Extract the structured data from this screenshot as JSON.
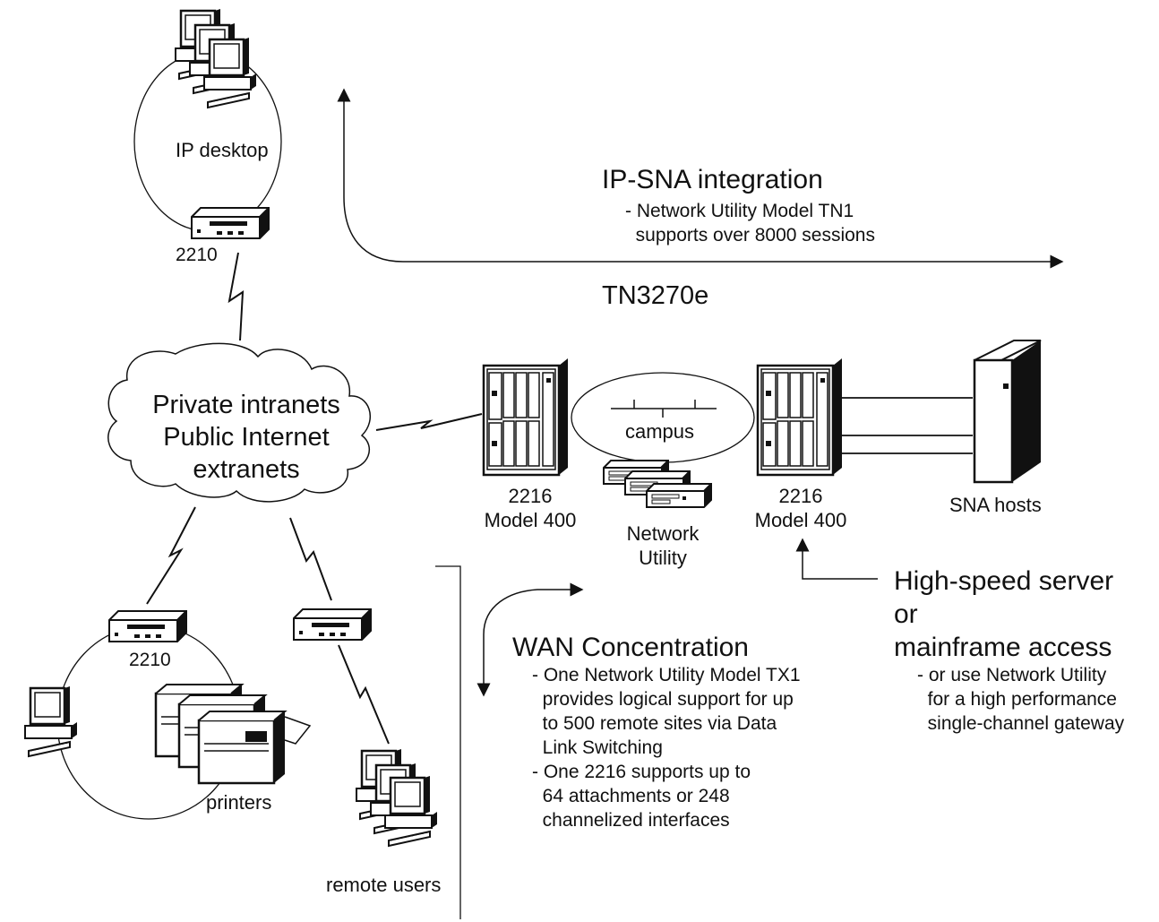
{
  "cloud": {
    "line1": "Private intranets",
    "line2": "Public Internet",
    "line3": "extranets"
  },
  "labels": {
    "ip_desktop": "IP desktop",
    "router_top": "2210",
    "router_left": "2210",
    "printers": "printers",
    "remote_users": "remote users",
    "campus": "campus",
    "tn3270e": "TN3270e",
    "sna_hosts": "SNA hosts",
    "network_utility": [
      "Network",
      "Utility"
    ],
    "model_left": [
      "2216",
      "Model 400"
    ],
    "model_right": [
      "2216",
      "Model 400"
    ]
  },
  "ip_sna": {
    "title": "IP-SNA integration",
    "bullets": [
      "- Network Utility Model TN1",
      "  supports over 8000 sessions"
    ]
  },
  "wan": {
    "title": "WAN Concentration",
    "bullets": [
      "- One Network Utility Model TX1",
      "  provides logical support for up",
      "  to 500 remote sites via Data",
      "  Link Switching",
      "- One 2216 supports up to",
      "  64 attachments or 248",
      "  channelized interfaces"
    ]
  },
  "server": {
    "title_lines": [
      "High-speed server",
      "or",
      "mainframe access"
    ],
    "bullets": [
      "- or use Network Utility",
      "  for a high performance",
      "  single-channel gateway"
    ]
  }
}
